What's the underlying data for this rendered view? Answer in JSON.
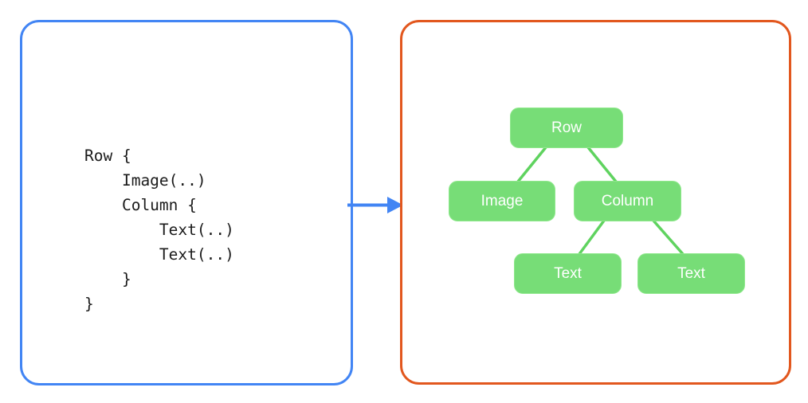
{
  "diagram": {
    "code_panel": {
      "border_color": "#4285F4",
      "code": "Row {\n    Image(..)\n    Column {\n        Text(..)\n        Text(..)\n    }\n}"
    },
    "arrow": {
      "color": "#4285F4",
      "direction": "right"
    },
    "tree_panel": {
      "border_color": "#E2571E",
      "node_fill": "#77DD77",
      "node_text_color": "#FFFFFF",
      "edge_color": "#5FD35F",
      "nodes": [
        {
          "id": "row",
          "label": "Row"
        },
        {
          "id": "image",
          "label": "Image"
        },
        {
          "id": "column",
          "label": "Column"
        },
        {
          "id": "text1",
          "label": "Text"
        },
        {
          "id": "text2",
          "label": "Text"
        }
      ],
      "edges": [
        {
          "from": "row",
          "to": "image"
        },
        {
          "from": "row",
          "to": "column"
        },
        {
          "from": "column",
          "to": "text1"
        },
        {
          "from": "column",
          "to": "text2"
        }
      ]
    }
  }
}
